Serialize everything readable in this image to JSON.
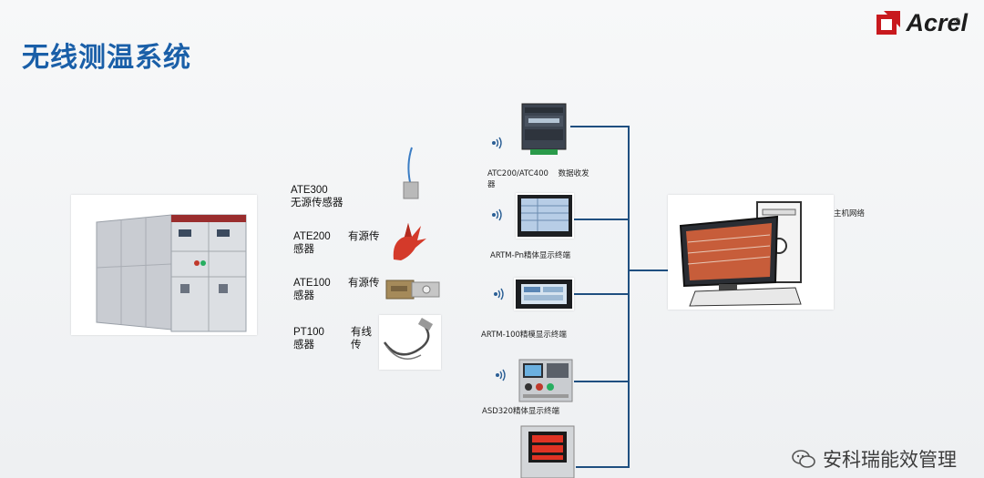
{
  "header": {
    "title": "无线测温系统",
    "brand": "Acrel",
    "brand_reg": "®"
  },
  "sensors": [
    {
      "model": "ATE300",
      "desc": "无源传感器",
      "desc_line2": ""
    },
    {
      "model": "ATE200",
      "desc": "有源传",
      "desc_line2": "感器"
    },
    {
      "model": "ATE100",
      "desc": "有源传",
      "desc_line2": "感器"
    },
    {
      "model": "PT100",
      "desc": "有线传",
      "desc_line2": "感器"
    }
  ],
  "devices": [
    {
      "label": "ATC200/ATC400    数据收发",
      "label2": "器"
    },
    {
      "label": "ARTM-Pn精体显示终端",
      "label2": ""
    },
    {
      "label": "ARTM-100精模显示终端",
      "label2": ""
    },
    {
      "label": "ASD320精体显示终端",
      "label2": ""
    }
  ],
  "computer": {
    "label": "主机网络"
  },
  "watermark": {
    "text": "安科瑞能效管理"
  },
  "colors": {
    "title": "#1a5fa8",
    "line": "#1f4f80",
    "logo_red": "#c8191e"
  }
}
